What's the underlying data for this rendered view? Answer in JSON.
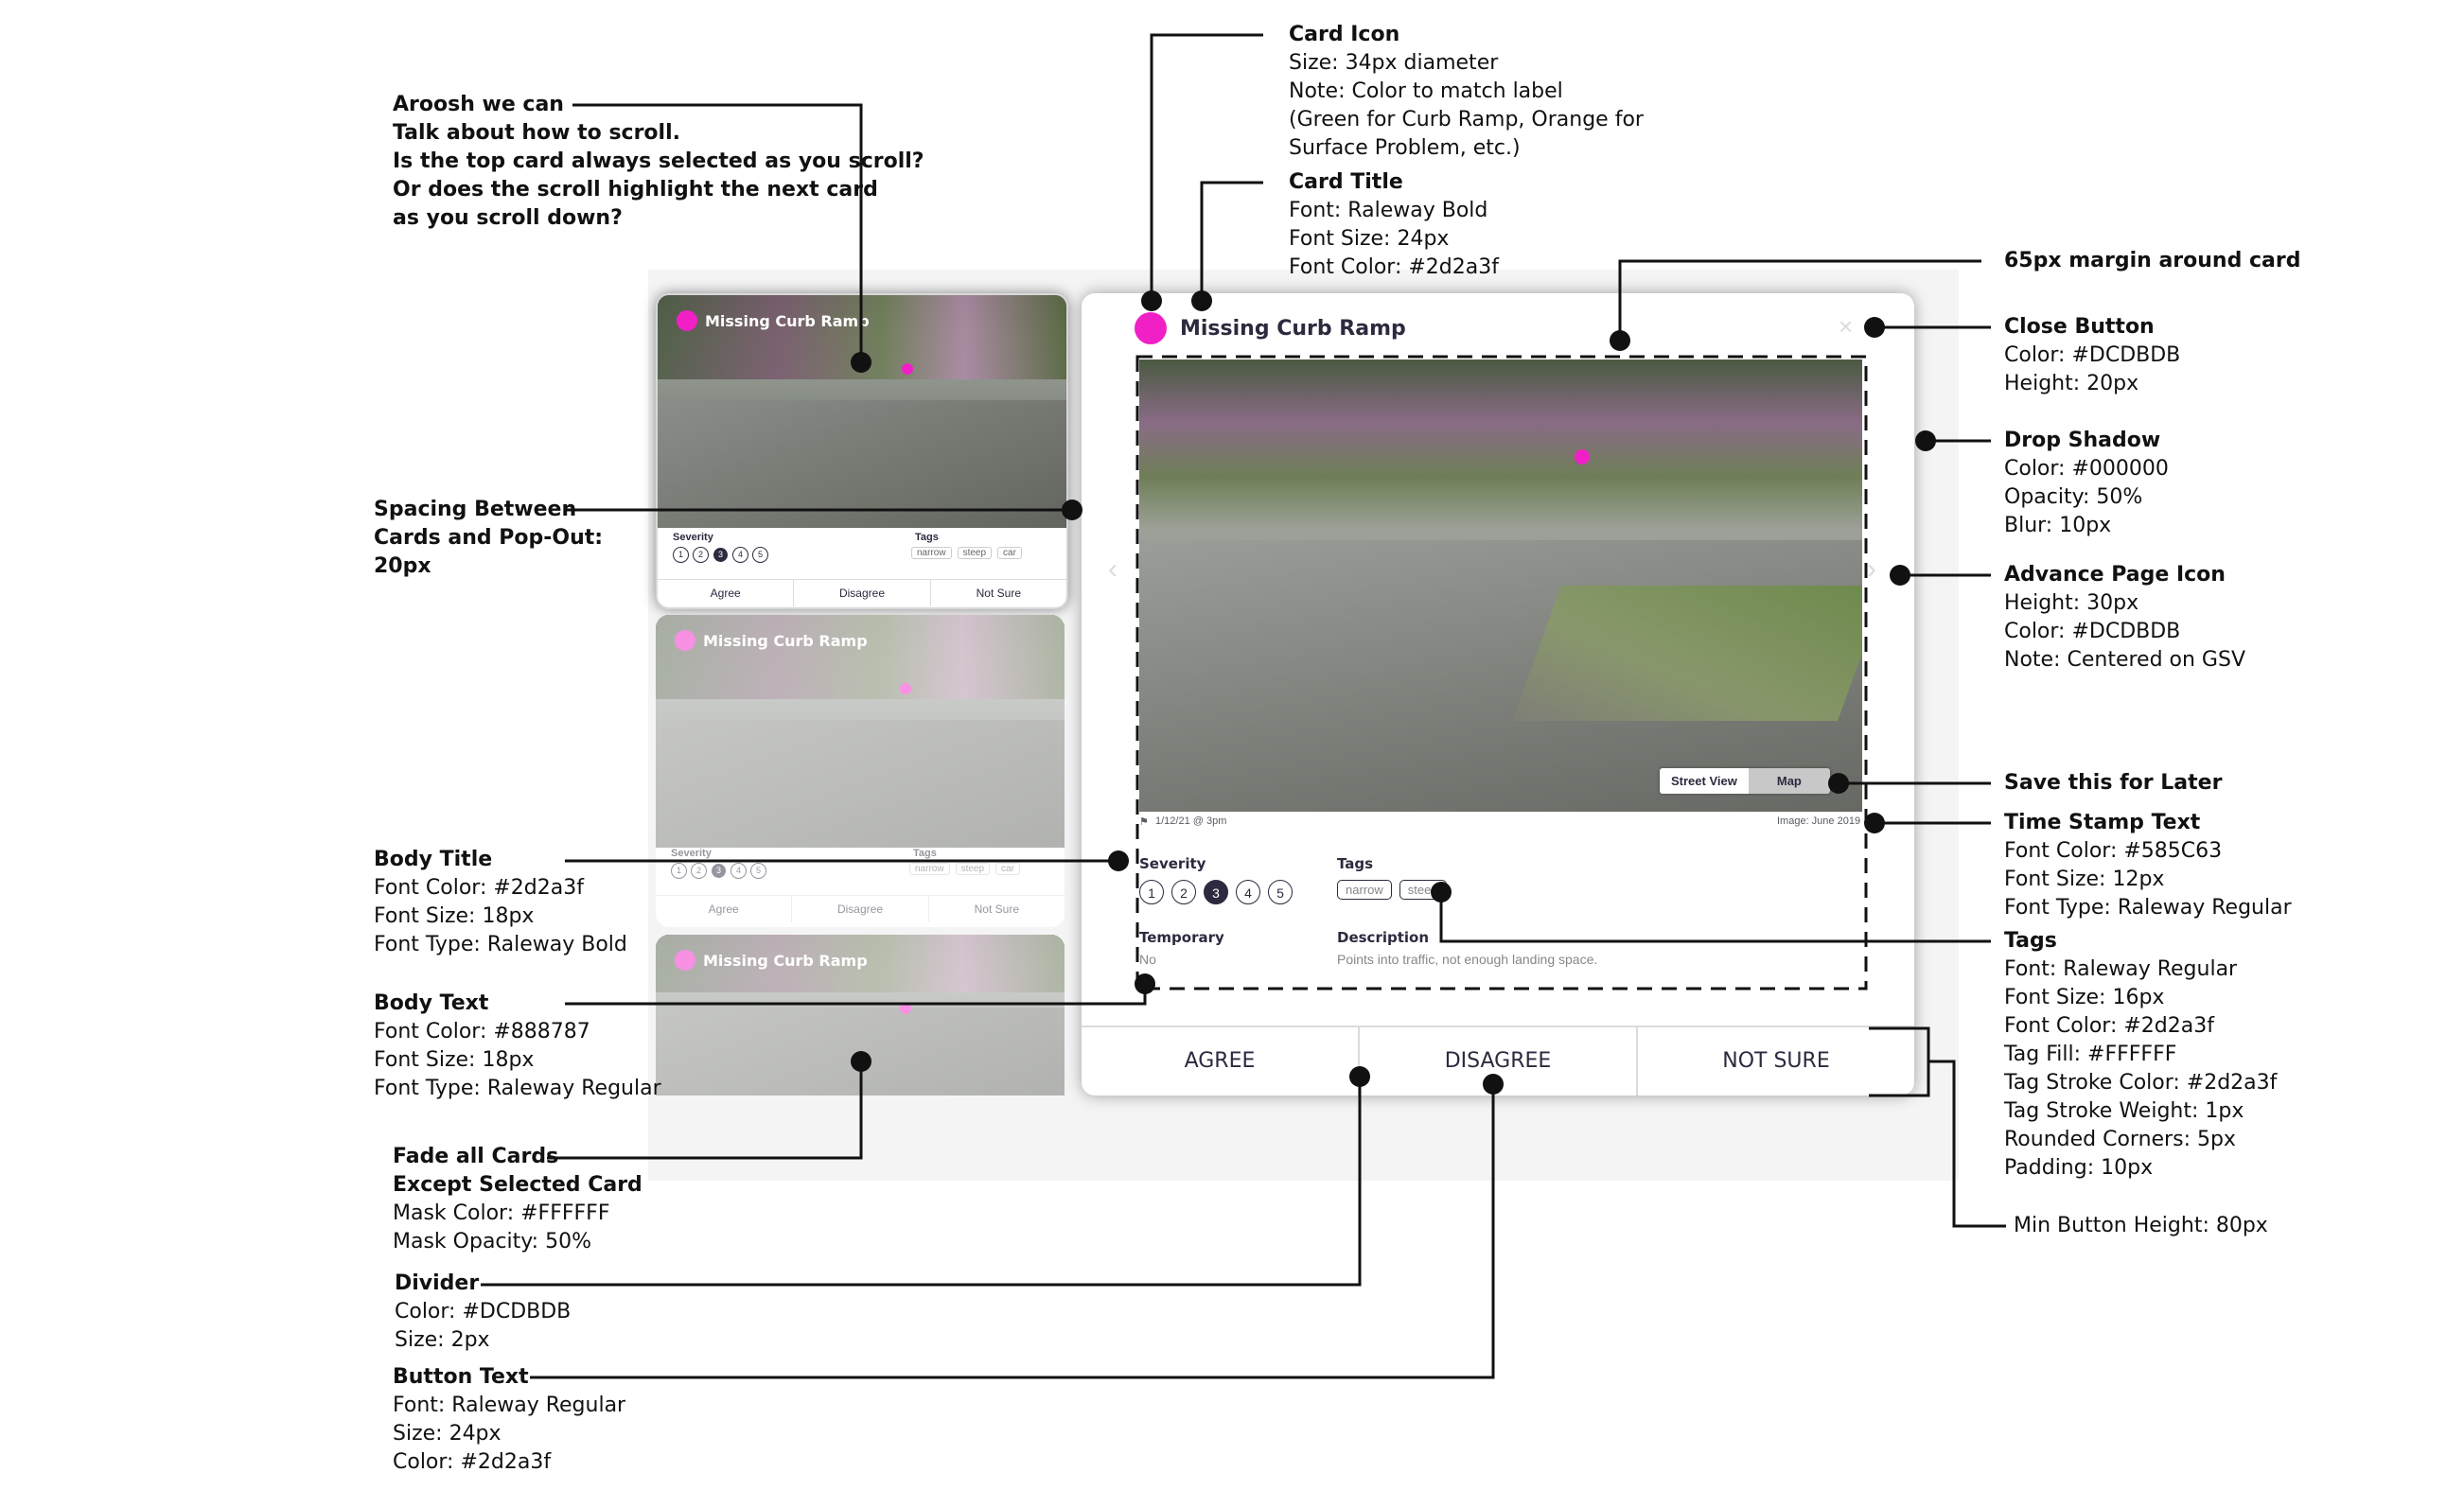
{
  "card": {
    "title": "Missing Curb Ramp",
    "close_symbol": "×",
    "view_street": "Street View",
    "view_map": "Map",
    "timestamp": "1/12/21 @ 3pm",
    "image_date": "Image: June 2019",
    "severity_label": "Severity",
    "severity_options": [
      "1",
      "2",
      "3",
      "4",
      "5"
    ],
    "severity_selected": 3,
    "tags_label": "Tags",
    "tags": [
      "narrow",
      "steep"
    ],
    "temporary_label": "Temporary",
    "temporary_value": "No",
    "description_label": "Description",
    "description_value": "Points into traffic, not enough landing space.",
    "buttons": [
      "AGREE",
      "DISAGREE",
      "NOT SURE"
    ],
    "icon_color": "#f020c6"
  },
  "mini_cards": {
    "title": "Missing Curb Ramp",
    "severity_label": "Severity",
    "tags_label": "Tags",
    "tags": [
      "narrow",
      "steep",
      "car"
    ],
    "buttons": [
      "Agree",
      "Disagree",
      "Not Sure"
    ]
  },
  "annotations": {
    "scroll": [
      "Aroosh we can",
      "Talk about how to scroll.",
      "Is the top card always selected as you scroll?",
      "Or does the scroll highlight the next card",
      "as you scroll down?"
    ],
    "spacing": [
      "Spacing Between",
      "Cards and Pop-Out:",
      "20px"
    ],
    "body_title": {
      "title": "Body Title",
      "lines": [
        "Font Color: #2d2a3f",
        "Font Size: 18px",
        "Font Type: Raleway Bold"
      ]
    },
    "body_text": {
      "title": "Body Text",
      "lines": [
        "Font Color: #888787",
        "Font Size: 18px",
        "Font Type: Raleway Regular"
      ]
    },
    "fade": {
      "title1": "Fade all Cards",
      "title2": "Except Selected Card",
      "lines": [
        "Mask Color: #FFFFFF",
        "Mask Opacity: 50%"
      ]
    },
    "divider": {
      "title": "Divider",
      "lines": [
        "Color: #DCDBDB",
        "Size: 2px"
      ]
    },
    "button_text": {
      "title": "Button Text",
      "lines": [
        "Font: Raleway Regular",
        "Size: 24px",
        "Color: #2d2a3f"
      ]
    },
    "card_icon": {
      "title": "Card Icon",
      "lines": [
        "Size: 34px diameter",
        "Note: Color to match label",
        "(Green for Curb Ramp, Orange for",
        "Surface Problem, etc.)"
      ]
    },
    "card_title": {
      "title": "Card Title",
      "lines": [
        "Font: Raleway Bold",
        "Font Size: 24px",
        "Font Color: #2d2a3f"
      ]
    },
    "margin": {
      "title": "65px margin around card"
    },
    "close": {
      "title": "Close Button",
      "lines": [
        "Color: #DCDBDB",
        "Height: 20px"
      ]
    },
    "shadow": {
      "title": "Drop Shadow",
      "lines": [
        "Color: #000000",
        "Opacity: 50%",
        "Blur: 10px"
      ]
    },
    "advance": {
      "title": "Advance Page Icon",
      "lines": [
        "Height: 30px",
        "Color: #DCDBDB",
        "Note: Centered on GSV"
      ]
    },
    "save": {
      "title": "Save this for Later"
    },
    "timestamp": {
      "title": "Time Stamp Text",
      "lines": [
        "Font Color: #585C63",
        "Font Size: 12px",
        "Font Type: Raleway Regular"
      ]
    },
    "tags": {
      "title": "Tags",
      "lines": [
        "Font: Raleway Regular",
        "Font Size: 16px",
        "Font Color: #2d2a3f",
        "Tag Fill: #FFFFFF",
        "Tag Stroke Color: #2d2a3f",
        "Tag Stroke Weight: 1px",
        "Rounded Corners: 5px",
        "Padding: 10px"
      ]
    },
    "min_button": "Min Button Height:  80px"
  }
}
